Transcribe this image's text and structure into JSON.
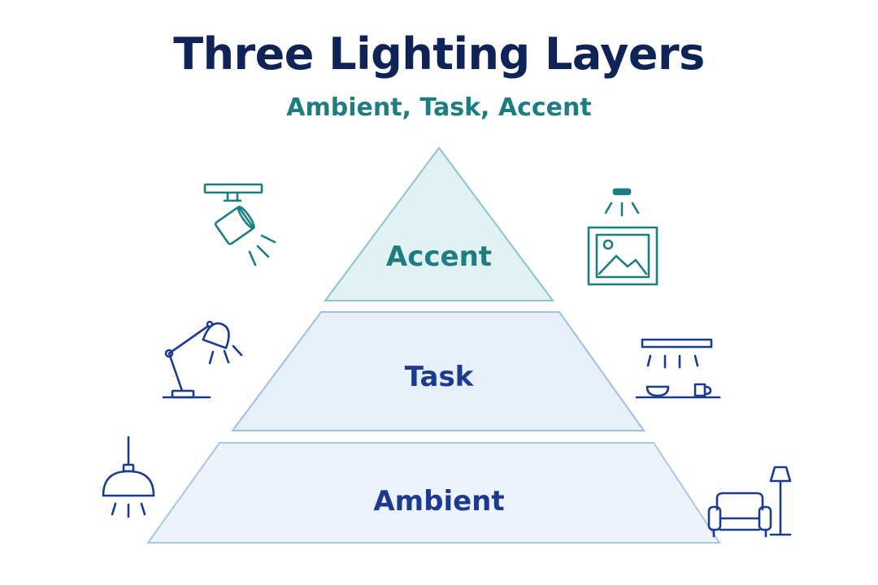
{
  "header": {
    "title": "Three Lighting Layers",
    "subtitle": "Ambient, Task, Accent"
  },
  "tiers": [
    {
      "label": "Accent"
    },
    {
      "label": "Task"
    },
    {
      "label": "Ambient"
    }
  ],
  "colors": {
    "title": "#0f2356",
    "subtitle": "#1d7d80",
    "accent_fill": "#e1f1f4",
    "accent_stroke": "#8cc3cc",
    "accent_text": "#1d7d80",
    "task_fill": "#e7f0f9",
    "task_stroke": "#9fbfe0",
    "task_text": "#1c3a8f",
    "ambient_fill": "#edf3fb",
    "ambient_stroke": "#a9c6e6",
    "ambient_text": "#1c3a8f",
    "icon_teal": "#1d7d80",
    "icon_navy": "#1c3a8f"
  },
  "icons": {
    "accent_left": "track-spotlight-icon",
    "accent_right": "picture-light-icon",
    "task_left": "desk-lamp-icon",
    "task_right": "under-cabinet-light-icon",
    "ambient_left": "pendant-lamp-icon",
    "ambient_right": "sofa-floor-lamp-icon"
  }
}
